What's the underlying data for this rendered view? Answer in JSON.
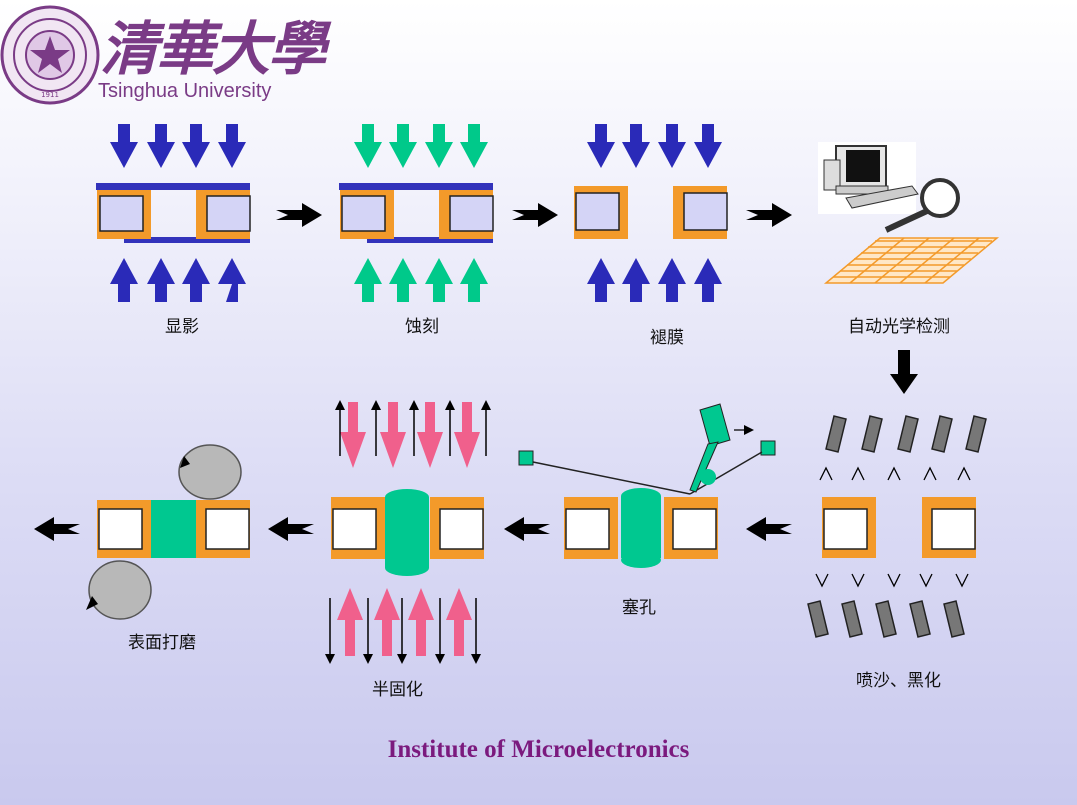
{
  "logo": {
    "name_cn": "清華大學",
    "name_en": "Tsinghua University",
    "seal_year": "1911"
  },
  "steps": {
    "develop": "显影",
    "etch": "蚀刻",
    "strip": "褪膜",
    "aoi": "自动光学检测",
    "blacken": "喷沙、黑化",
    "plug": "塞孔",
    "semicure": "半固化",
    "polish": "表面打磨"
  },
  "footer": "Institute of Microelectronics",
  "colors": {
    "blue_arrow": "#2a2ab8",
    "green_arrow": "#00c98a",
    "pink_arrow": "#f0608c",
    "copper": "#f39a2a",
    "core": "#d4d4f6",
    "film": "#3333bb",
    "plug": "#00c890",
    "title": "#7b1a7e"
  }
}
